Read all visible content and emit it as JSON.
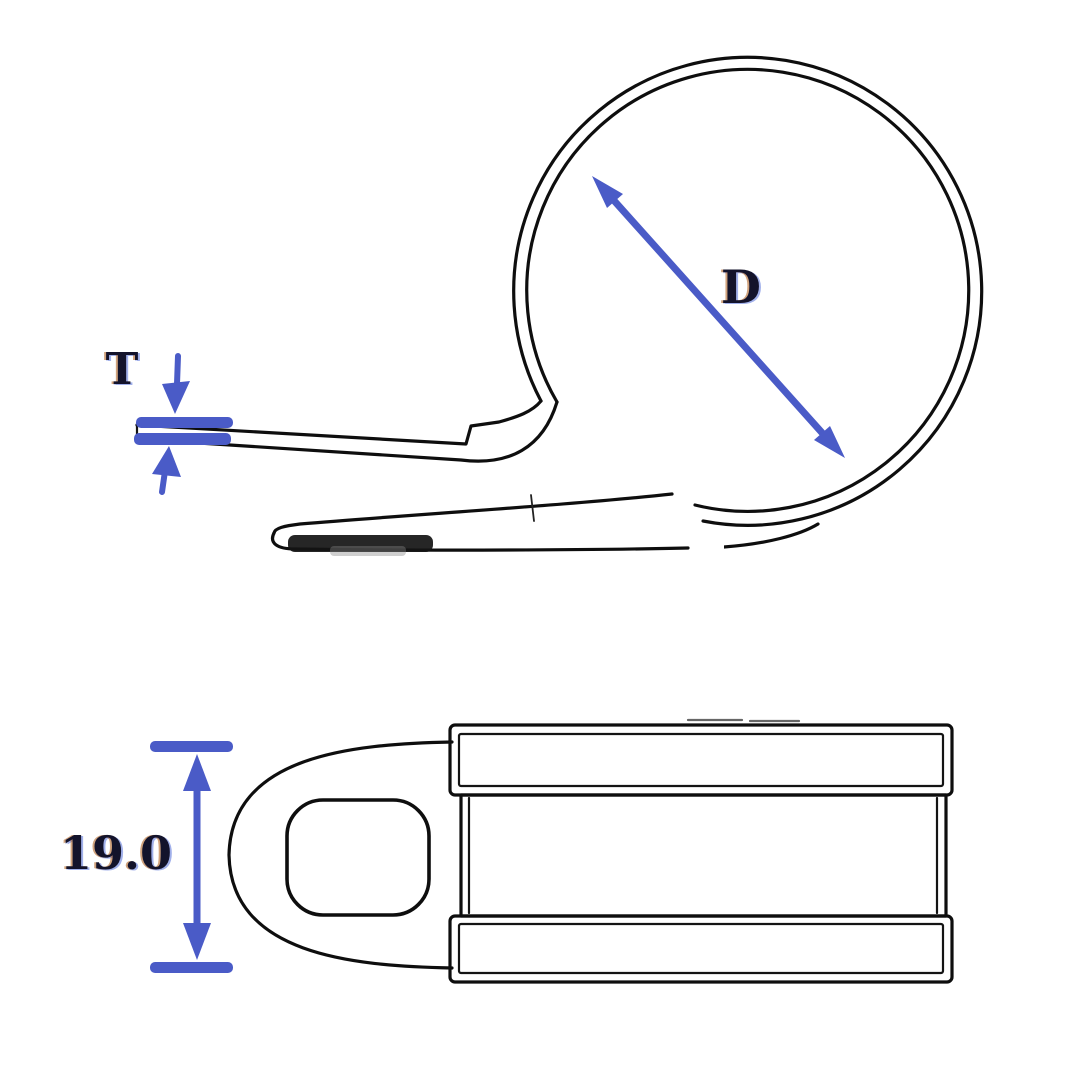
{
  "drawing": {
    "dimension_labels": {
      "loop_diameter": "D",
      "material_thickness": "T",
      "band_width": "19.0"
    },
    "colors": {
      "dimension_accent": "#4a5bc7",
      "drawing_line": "#0e0e0e",
      "label_text": "#13132b",
      "background": "#ffffff"
    }
  }
}
